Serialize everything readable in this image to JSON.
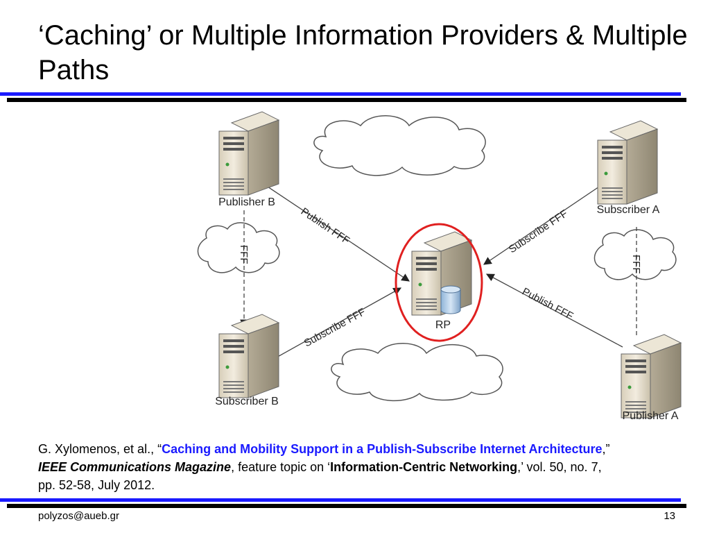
{
  "slide": {
    "title": "‘Caching’  or Multiple Information Providers & Multiple Paths",
    "page_number": "13",
    "footer_email": "polyzos@aueb.gr",
    "accent_color": "#1a1aff",
    "highlight_color": "#e02020"
  },
  "diagram": {
    "nodes": {
      "publisher_b": "Publisher B",
      "subscriber_a": "Subscriber A",
      "rp": "RP",
      "subscriber_b": "Subscriber B",
      "publisher_a": "Publisher A"
    },
    "edges": {
      "publish_b": "Publish FFF",
      "subscribe_a": "Subscribe FFF",
      "subscribe_b": "Subscribe FFF",
      "publish_a": "Publish FFF",
      "fff_left": "FFF",
      "fff_right": "FFF"
    }
  },
  "citation": {
    "authors": "G. Xylomenos, et al., “",
    "paper_title": "Caching and Mobility Support in a Publish-Subscribe Internet Architecture",
    "after_title": ",” ",
    "journal": "IEEE Communications Magazine",
    "after_journal": ", feature topic on ‘",
    "topic": "Information-Centric Networking",
    "details": ",’ vol. 50, no. 7, pp. 52-58, July 2012."
  }
}
